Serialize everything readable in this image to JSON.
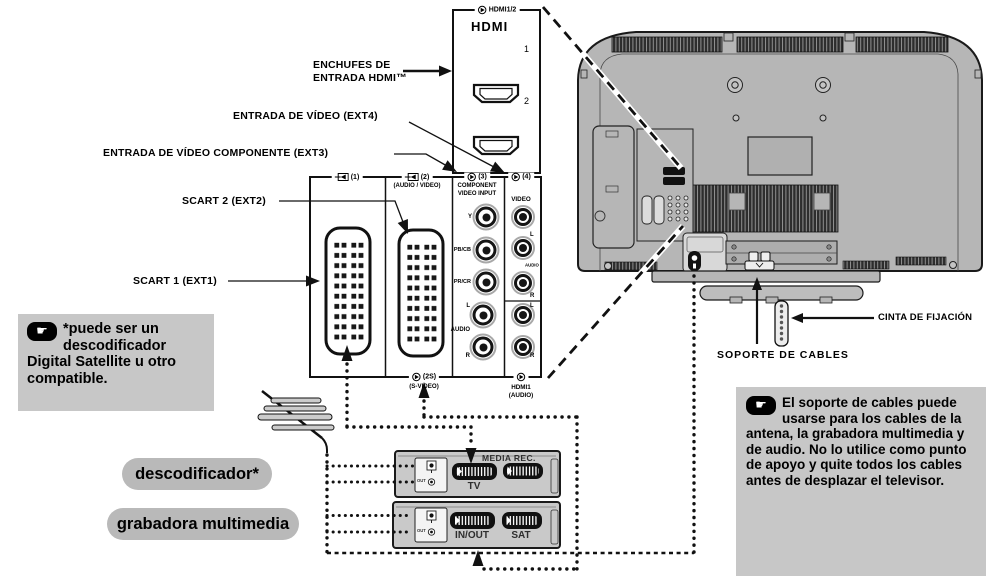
{
  "icons": {
    "hand": "☛"
  },
  "hdmi_box": {
    "tab": "HDMI1/2",
    "logo": "HDMI",
    "ports": [
      "1",
      "2"
    ]
  },
  "callouts": {
    "hdmi_inputs": "ENCHUFES DE ENTRADA HDMI™",
    "ext4": "ENTRADA DE VÍDEO (EXT4)",
    "ext3": "ENTRADA DE VÍDEO COMPONENTE (EXT3)",
    "ext2": "SCART 2 (EXT2)",
    "ext1": "SCART 1 (EXT1)",
    "strap": "CINTA DE FIJACIÓN",
    "cable_holder": "SOPORTE DE CABLES"
  },
  "panel": {
    "headers": {
      "c1": "(1)",
      "c2": "(2)",
      "c2_sub": "(AUDIO / VIDEO)",
      "c3": "(3)",
      "c3_sub": "COMPONENT\nVIDEO INPUT",
      "c4": "(4)",
      "video": "VIDEO"
    },
    "bottom": {
      "svideo": "(2S)",
      "svideo_sub": "(S-VIDEO)",
      "hdmi_audio": "HDMI1\n(AUDIO)"
    },
    "jacks": {
      "y": "Y",
      "pb": "PB/CB",
      "pr": "PR/CR",
      "l": "L",
      "r": "R",
      "audio": "AUDIO",
      "video_l": "L",
      "video_r": "R",
      "video_audio": "AUDIO",
      "hdmi_l": "L",
      "hdmi_r": "R"
    }
  },
  "devices": {
    "recorder": {
      "badge": "MEDIA REC.",
      "socket": "TV",
      "rf_out": "OUT"
    },
    "decoder": {
      "socket_left": "IN/OUT",
      "socket_right": "SAT",
      "rf_out": "OUT"
    }
  },
  "tags": {
    "decoder": "descodificador*",
    "recorder": "grabadora multimedia"
  },
  "notes": {
    "left": "*puede ser un descodificador Digital Satellite u otro compatible.",
    "right": "El soporte de cables puede usarse para los cables de la antena, la grabadora multimedia y de audio. No lo utilice como punto de apoyo y quite todos los cables antes de desplazar el televisor."
  },
  "colors": {
    "note_bg": "#c7c7c7",
    "pill_bg": "#b9b9b9",
    "tv_body": "#b6b6b6",
    "vent_dark": "#2d2d2d"
  }
}
